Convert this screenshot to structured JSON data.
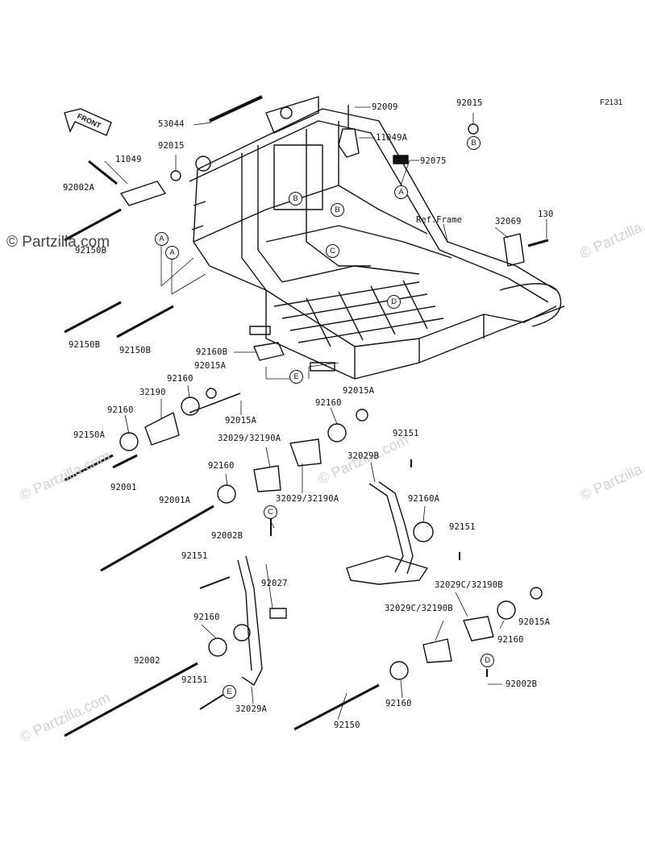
{
  "diagram": {
    "code": "F2131",
    "front_label": "FRONT",
    "ref_frame": "Ref.Frame",
    "watermark_main": "© Partzilla.com",
    "watermark_faint": "© Partzilla.com",
    "parts": {
      "p53044": "53044",
      "p92009": "92009",
      "p92015_top": "92015",
      "p11049A": "11049A",
      "p92075": "92075",
      "p11049": "11049",
      "p92015_left": "92015",
      "p92002A": "92002A",
      "p92150B_1": "92150B",
      "p92150B_2": "92150B",
      "p92150B_3": "92150B",
      "p32069": "32069",
      "p130": "130",
      "p92160B": "92160B",
      "p92015A_1": "92015A",
      "p92160_1": "92160",
      "p32190": "32190",
      "p92160_2": "92160",
      "p92015A_2": "92015A",
      "p92150A": "92150A",
      "p92001": "92001",
      "p92015A_3": "92015A",
      "p92160_3": "92160",
      "p32029_32190A_1": "32029/32190A",
      "p92151_1": "92151",
      "p32029B": "32029B",
      "p92160_4": "92160",
      "p32029_32190A_2": "32029/32190A",
      "p92001A": "92001A",
      "p92002B_1": "92002B",
      "p92160A": "92160A",
      "p92151_2": "92151",
      "p92151_3": "92151",
      "p92027": "92027",
      "p32029C_32190B_1": "32029C/32190B",
      "p32029C_32190B_2": "32029C/32190B",
      "p92015A_4": "92015A",
      "p92160_5": "92160",
      "p92160_6": "92160",
      "p92002": "92002",
      "p92002B_2": "92002B",
      "p92151_4": "92151",
      "p32029A": "32029A",
      "p92160_7": "92160",
      "p92150": "92150"
    },
    "refs": {
      "A": "A",
      "B": "B",
      "C": "C",
      "D": "D",
      "E": "E"
    }
  }
}
